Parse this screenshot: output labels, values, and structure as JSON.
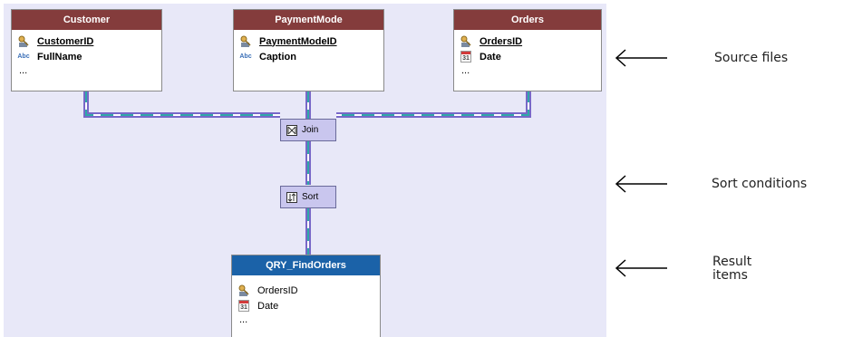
{
  "source_files": [
    {
      "title": "Customer",
      "fields": [
        {
          "name": "CustomerID",
          "icon": "key-icon",
          "key": true
        },
        {
          "name": "FullName",
          "icon": "text-field-icon",
          "key": false
        }
      ],
      "more": "..."
    },
    {
      "title": "PaymentMode",
      "fields": [
        {
          "name": "PaymentModeID",
          "icon": "key-icon",
          "key": true
        },
        {
          "name": "Caption",
          "icon": "text-field-icon",
          "key": false
        }
      ],
      "more": "..."
    },
    {
      "title": "Orders",
      "fields": [
        {
          "name": "OrdersID",
          "icon": "key-icon",
          "key": true
        },
        {
          "name": "Date",
          "icon": "calendar-icon",
          "key": false
        }
      ],
      "more": "..."
    }
  ],
  "operations": {
    "join": {
      "label": "Join",
      "icon": "join-icon"
    },
    "sort": {
      "label": "Sort",
      "icon": "sort-icon"
    }
  },
  "result": {
    "title": "QRY_FindOrders",
    "fields": [
      {
        "name": "OrdersID",
        "icon": "key-icon"
      },
      {
        "name": "Date",
        "icon": "calendar-icon"
      }
    ],
    "more": "..."
  },
  "annotations": {
    "source": "Source files",
    "sort": "Sort conditions",
    "result": "Result\nitems"
  },
  "calendar_day": "31",
  "text_icon_label": "Abc",
  "colors": {
    "source_header": "#843c3c",
    "result_header": "#1b62a8",
    "canvas": "#e8e8f8",
    "link_teal": "#2fa8a8",
    "link_purple": "#7868c8"
  }
}
